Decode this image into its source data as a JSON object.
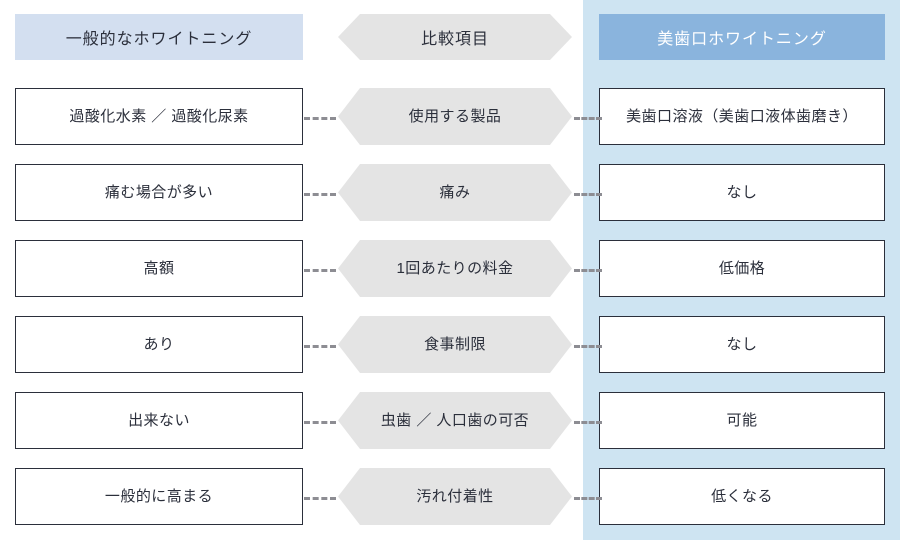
{
  "columns": {
    "left": {
      "header": "一般的なホワイトニング",
      "header_bg": "#d3dff0",
      "header_fg": "#2b2f3b"
    },
    "mid": {
      "header": "比較項目",
      "header_bg": "#e4e4e4",
      "header_fg": "#2b2f3b"
    },
    "right": {
      "header": "美歯口ホワイトニング",
      "header_bg": "#8ab4dd",
      "header_fg": "#ffffff",
      "panel_bg": "#cee4f2"
    }
  },
  "rows": [
    {
      "criterion": "使用する製品",
      "left": "過酸化水素 ／ 過酸化尿素",
      "right": "美歯口溶液（美歯口液体歯磨き）"
    },
    {
      "criterion": "痛み",
      "left": "痛む場合が多い",
      "right": "なし"
    },
    {
      "criterion": "1回あたりの料金",
      "left": "高額",
      "right": "低価格"
    },
    {
      "criterion": "食事制限",
      "left": "あり",
      "right": "なし"
    },
    {
      "criterion": "虫歯 ／ 人口歯の可否",
      "left": "出来ない",
      "right": "可能"
    },
    {
      "criterion": "汚れ付着性",
      "left": "一般的に高まる",
      "right": "低くなる"
    }
  ],
  "connector": {
    "style": "dashed",
    "color": "#8d8d93"
  }
}
